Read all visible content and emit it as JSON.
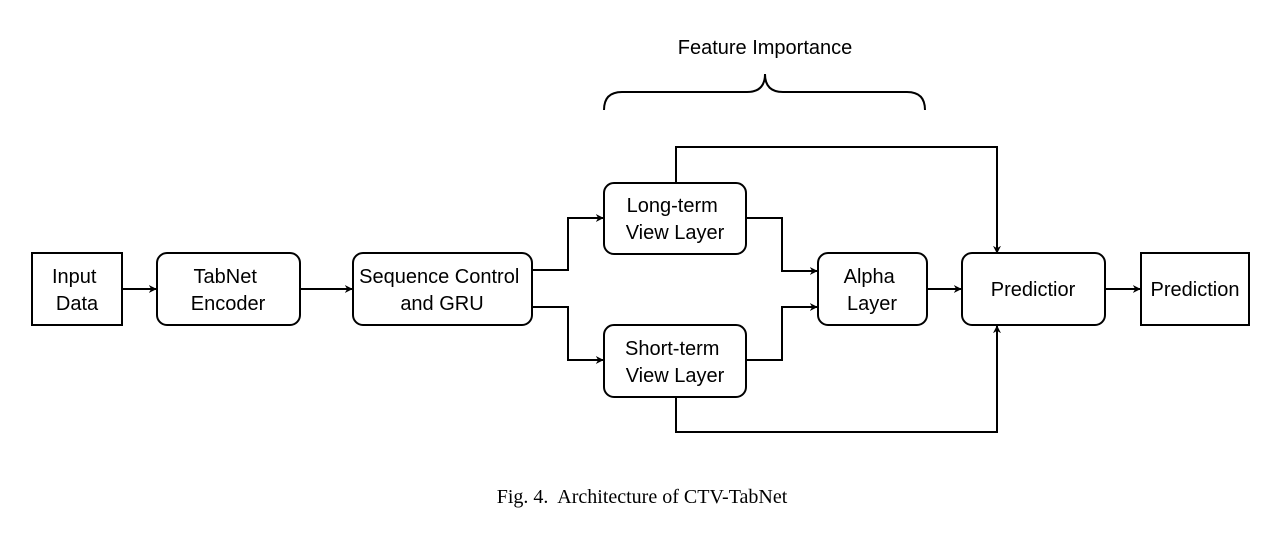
{
  "diagram": {
    "bracket_label": "Feature Importance",
    "nodes": {
      "input_data": [
        "Input",
        "Data"
      ],
      "tabnet_encoder": [
        "TabNet",
        "Encoder"
      ],
      "sequence_control": [
        "Sequence Control",
        "and GRU"
      ],
      "long_term": [
        "Long-term",
        "View Layer"
      ],
      "short_term": [
        "Short-term",
        "View Layer"
      ],
      "alpha_layer": [
        "Alpha",
        "Layer"
      ],
      "predictior": [
        "Predictior"
      ],
      "prediction": [
        "Prediction"
      ]
    }
  },
  "caption": "Fig. 4.  Architecture of CTV-TabNet"
}
